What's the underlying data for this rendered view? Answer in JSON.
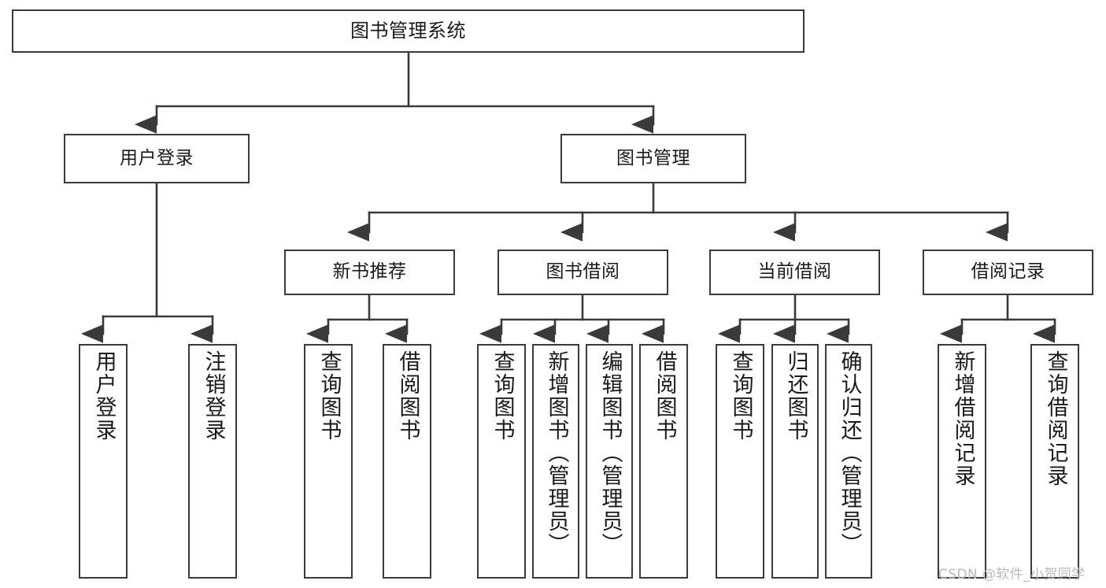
{
  "diagram": {
    "title": "图书管理系统",
    "type": "functional-structure-tree",
    "watermark": "CSDN @软件_小贺同学",
    "colors": {
      "border": "#3a3a3a",
      "background": "#ffffff",
      "text": "#1a1a1a",
      "edge": "#3a3a3a",
      "watermark": "#b9b9b9"
    },
    "levels": {
      "root": {
        "label": "图书管理系统"
      },
      "level2": [
        {
          "id": "user-login",
          "label": "用户登录"
        },
        {
          "id": "book-management",
          "label": "图书管理"
        }
      ],
      "level3": [
        {
          "id": "new-book-recommend",
          "label": "新书推荐",
          "parent": "book-management"
        },
        {
          "id": "book-borrow",
          "label": "图书借阅",
          "parent": "book-management"
        },
        {
          "id": "current-borrow",
          "label": "当前借阅",
          "parent": "book-management"
        },
        {
          "id": "borrow-record",
          "label": "借阅记录",
          "parent": "book-management"
        }
      ],
      "leaves": [
        {
          "id": "leaf-user-login",
          "label": "用户登录",
          "parent": "user-login"
        },
        {
          "id": "leaf-logout-login",
          "label": "注销登录",
          "parent": "user-login"
        },
        {
          "id": "leaf-query-book-1",
          "label": "查询图书",
          "parent": "new-book-recommend"
        },
        {
          "id": "leaf-borrow-book-1",
          "label": "借阅图书",
          "parent": "new-book-recommend"
        },
        {
          "id": "leaf-query-book-2",
          "label": "查询图书",
          "parent": "book-borrow"
        },
        {
          "id": "leaf-add-book",
          "label": "新增图书（管理员）",
          "parent": "book-borrow"
        },
        {
          "id": "leaf-edit-book",
          "label": "编辑图书（管理员）",
          "parent": "book-borrow"
        },
        {
          "id": "leaf-borrow-book-2",
          "label": "借阅图书",
          "parent": "book-borrow"
        },
        {
          "id": "leaf-query-book-3",
          "label": "查询图书",
          "parent": "current-borrow"
        },
        {
          "id": "leaf-return-book",
          "label": "归还图书",
          "parent": "current-borrow"
        },
        {
          "id": "leaf-confirm-return",
          "label": "确认归还（管理员）",
          "parent": "current-borrow"
        },
        {
          "id": "leaf-add-record",
          "label": "新增借阅记录",
          "parent": "borrow-record"
        },
        {
          "id": "leaf-query-record",
          "label": "查询借阅记录",
          "parent": "borrow-record"
        }
      ]
    }
  }
}
